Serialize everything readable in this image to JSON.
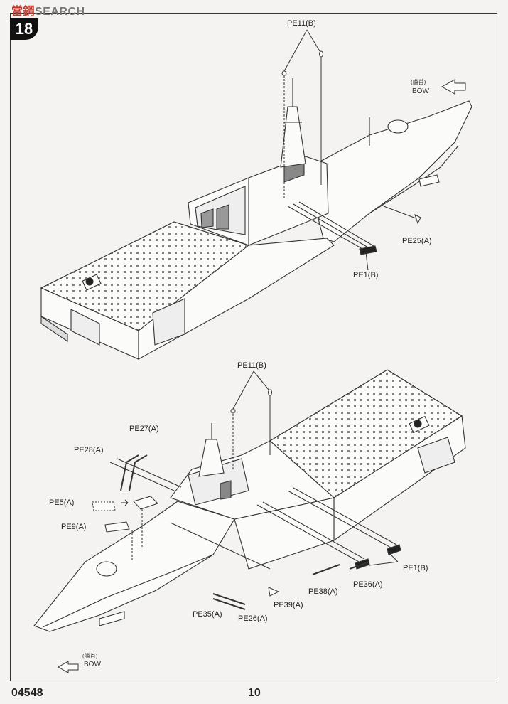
{
  "watermark": {
    "cn": "當鋼",
    "en": "SEARCH"
  },
  "step_number": "18",
  "top_view": {
    "labels": {
      "pe11": "PE11(B)",
      "pe25": "PE25(A)",
      "pe1": "PE1(B)",
      "bow_cn": "(艦首)",
      "bow": "BOW"
    }
  },
  "bottom_view": {
    "labels": {
      "pe11": "PE11(B)",
      "pe27": "PE27(A)",
      "pe28": "PE28(A)",
      "pe5": "PE5(A)",
      "pe9": "PE9(A)",
      "pe1": "PE1(B)",
      "pe36": "PE36(A)",
      "pe38": "PE38(A)",
      "pe39": "PE39(A)",
      "pe35": "PE35(A)",
      "pe26": "PE26(A)",
      "bow_cn": "(艦首)",
      "bow": "BOW"
    }
  },
  "footer": {
    "code": "04548",
    "page": "10"
  }
}
